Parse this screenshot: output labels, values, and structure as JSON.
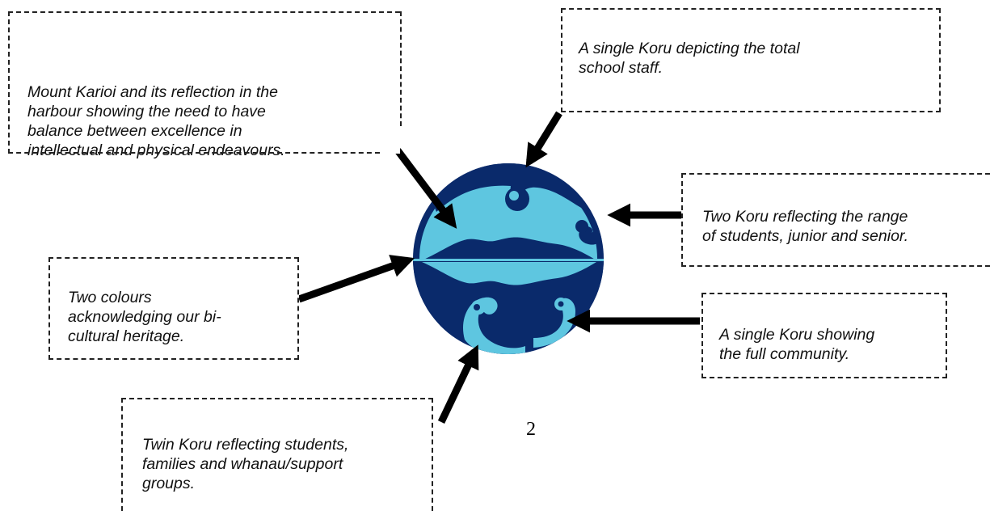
{
  "callouts": {
    "karioi": "Mount Karioi and its reflection in the\nharbour showing the need to have\nbalance between excellence in\nintellectual and physical endeavours.",
    "staff": "A single Koru depicting the total\nschool staff.",
    "students": "Two Koru reflecting the range\nof students, junior and senior.",
    "colours": "Two colours\nacknowledging our bi-\ncultural heritage.",
    "community": "A single Koru showing\nthe full community.",
    "twin": "Twin Koru reflecting students,\nfamilies and whanau/support\ngroups."
  },
  "page_number": "2",
  "colors": {
    "navy": "#0a2a6b",
    "light_blue": "#5ec6e0",
    "arrow": "#000000"
  },
  "icons": [
    "koru-logo",
    "arrow"
  ]
}
